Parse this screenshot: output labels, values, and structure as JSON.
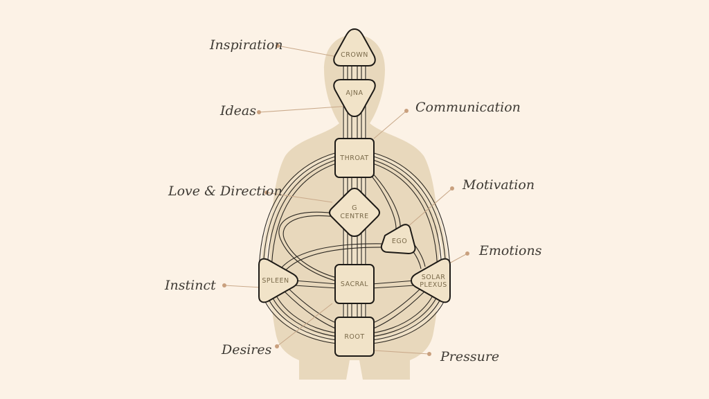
{
  "centers": {
    "crown": "CROWN",
    "ajna": "AJNA",
    "throat": "THROAT",
    "g_centre_line1": "G",
    "g_centre_line2": "CENTRE",
    "ego": "EGO",
    "spleen": "SPLEEN",
    "sacral": "SACRAL",
    "solar_plexus_line1": "SOLAR",
    "solar_plexus_line2": "PLEXUS",
    "root": "ROOT"
  },
  "annotations": {
    "inspiration": "Inspiration",
    "ideas": "Ideas",
    "communication": "Communication",
    "love_direction": "Love & Direction",
    "motivation": "Motivation",
    "emotions": "Emotions",
    "instinct": "Instinct",
    "desires": "Desires",
    "pressure": "Pressure"
  },
  "colors": {
    "background": "#fcf2e6",
    "silhouette": "#e8d8bc",
    "center_fill": "#f1e3c8",
    "outline": "#1d1a16",
    "leader": "#c9a98a"
  }
}
